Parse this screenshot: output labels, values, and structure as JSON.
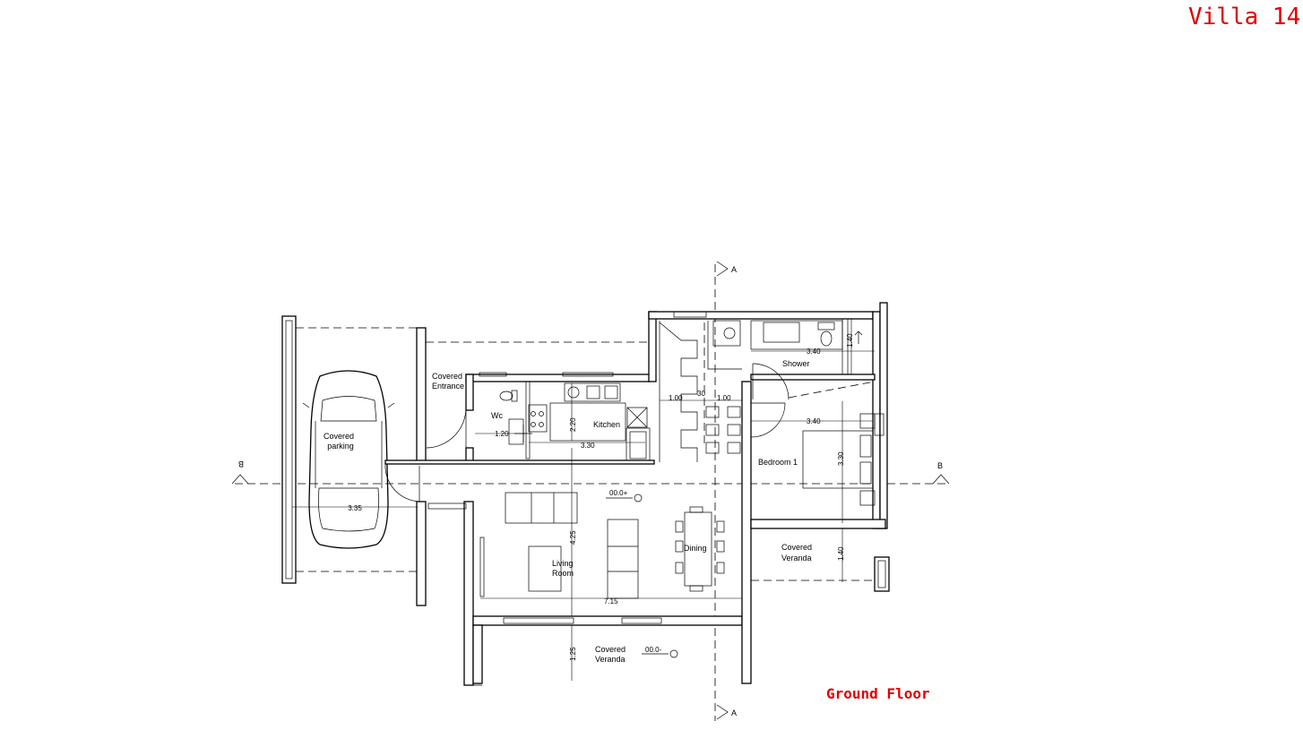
{
  "drawing": {
    "title": "Villa 14",
    "floor_label": "Ground Floor"
  },
  "rooms": {
    "covered_entrance": [
      "Covered",
      "Entrance"
    ],
    "covered_parking": [
      "Covered",
      "parking"
    ],
    "wc": "Wc",
    "kitchen": "Kitchen",
    "shower": "Shower",
    "bedroom_1": "Bedroom 1",
    "dining": "Dining",
    "living_room": [
      "Living",
      "Room"
    ],
    "covered_veranda_right": [
      "Covered",
      "Veranda"
    ],
    "covered_veranda_bottom": [
      "Covered",
      "Veranda"
    ]
  },
  "dimensions": {
    "parking_width": "3.35",
    "wc_width": "1.20",
    "kitchen_depth": "2.20",
    "kitchen_width": "3.30",
    "stair_left": "1.00",
    "stair_mid": "30",
    "stair_right": "1.00",
    "shower_width": "3.40",
    "shower_depth": "1.40",
    "bedroom_width": "3.40",
    "bedroom_depth": "3.30",
    "living_depth": "4.25",
    "living_width": "7.15",
    "veranda_right_depth": "1.40",
    "veranda_bottom_depth": "1.25"
  },
  "levels": {
    "living": "00.0+",
    "veranda": "00.0-"
  },
  "sections": {
    "a_top": "A",
    "a_bottom": "A",
    "b_left": "B",
    "b_right": "B"
  }
}
